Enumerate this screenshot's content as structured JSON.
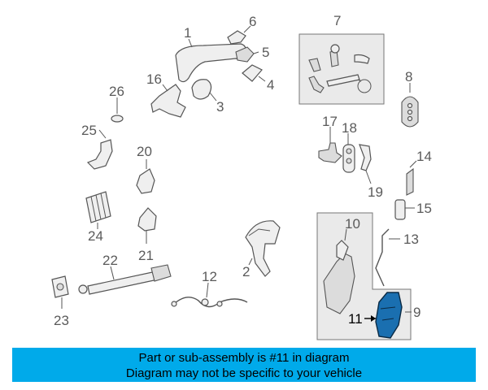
{
  "diagram": {
    "callouts": {
      "c1": "1",
      "c2": "2",
      "c3": "3",
      "c4": "4",
      "c5": "5",
      "c6": "6",
      "c7": "7",
      "c8": "8",
      "c9": "9",
      "c10": "10",
      "c11": "11",
      "c12": "12",
      "c13": "13",
      "c14": "14",
      "c15": "15",
      "c16": "16",
      "c17": "17",
      "c18": "18",
      "c19": "19",
      "c20": "20",
      "c21": "21",
      "c22": "22",
      "c23": "23",
      "c24": "24",
      "c25": "25",
      "c26": "26"
    },
    "highlighted_part": "11",
    "highlight_color": "#1a6fb0"
  },
  "banner": {
    "line1": "Part or sub-assembly is #11 in diagram",
    "line2": "Diagram may not be specific to your vehicle",
    "background": "#00aaea"
  }
}
